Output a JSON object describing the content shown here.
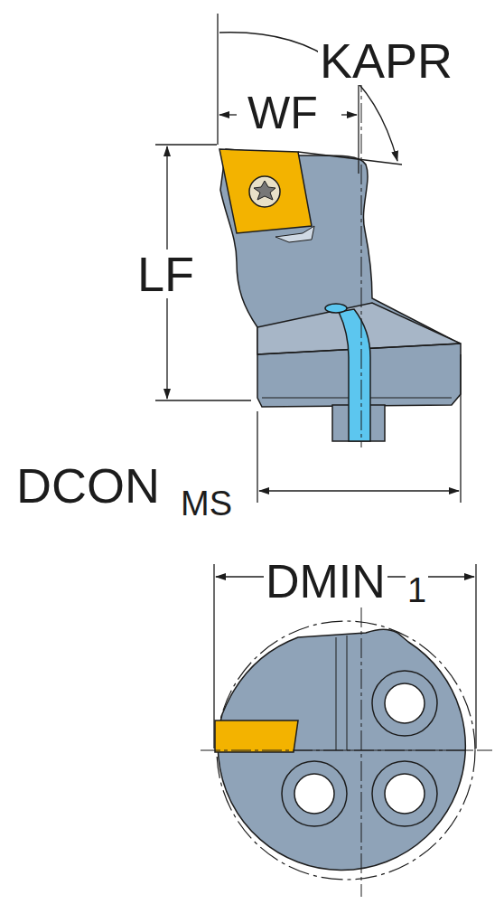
{
  "diagram": {
    "labels": [
      "KAPR",
      "WF",
      "LF",
      "DCON",
      "MS",
      "DMIN",
      "1"
    ]
  }
}
